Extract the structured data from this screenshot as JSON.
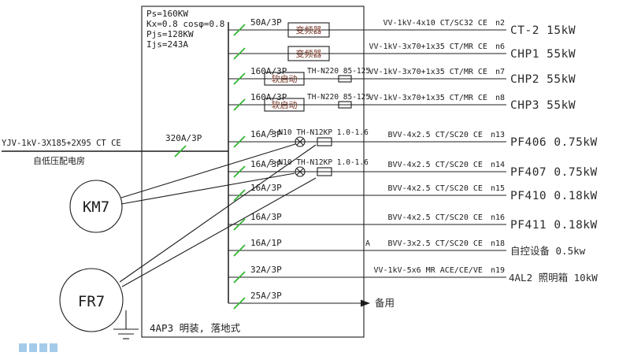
{
  "panel": {
    "info": {
      "line1": "Ps=160KW",
      "line2": "Kx=0.8 cosφ=0.8",
      "line3": "Pjs=128KW",
      "line4": "Ijs=243A"
    },
    "name_label": "4AP3 明装, 落地式"
  },
  "incoming": {
    "cable": "YJV-1kV-3X185+2X95 CT CE",
    "source": "自低压配电房",
    "breaker": "320A/3P"
  },
  "components": {
    "contactor": "KM7",
    "thermal_relay": "FR7"
  },
  "circuits": [
    {
      "breaker": "50A/3P",
      "device": "变频器",
      "cable": "VV-1kV-4x10 CT/SC32 CE",
      "circuit_no": "n2",
      "load": "CT-2 15kW"
    },
    {
      "breaker": "",
      "device": "变频器",
      "cable": "VV-1kV-3x70+1x35 CT/MR CE",
      "circuit_no": "n6",
      "load": "CHP1 55kW"
    },
    {
      "breaker": "160A/3P",
      "device": "软启动",
      "relay": "TH-N220 85-125",
      "cable": "VV-1kV-3x70+1x35 CT/MR CE",
      "circuit_no": "n7",
      "load": "CHP2 55kW"
    },
    {
      "breaker": "160A/3P",
      "device": "软启动",
      "relay": "TH-N220 85-125",
      "cable": "VV-1kV-3x70+1x35 CT/MR CE",
      "circuit_no": "n8",
      "load": "CHP3 55kW"
    },
    {
      "breaker": "16A/3P",
      "starter": "S-N10 TH-N12KP 1.0-1.6",
      "cable": "BVV-4x2.5 CT/SC20 CE",
      "circuit_no": "n13",
      "load": "PF406 0.75kW"
    },
    {
      "breaker": "16A/3P",
      "starter": "S-N10 TH-N12KP 1.0-1.6",
      "cable": "BVV-4x2.5 CT/SC20 CE",
      "circuit_no": "n14",
      "load": "PF407 0.75kW"
    },
    {
      "breaker": "16A/3P",
      "cable": "BVV-4x2.5 CT/SC20 CE",
      "circuit_no": "n15",
      "load": "PF410 0.18kW"
    },
    {
      "breaker": "16A/3P",
      "cable": "BVV-4x2.5 CT/SC20 CE",
      "circuit_no": "n16",
      "load": "PF411 0.18kW"
    },
    {
      "breaker": "16A/1P",
      "phase": "A",
      "cable": "BVV-3x2.5 CT/SC20 CE",
      "circuit_no": "n18",
      "load": "自控设备 0.5kw"
    },
    {
      "breaker": "32A/3P",
      "cable": "VV-1kV-5x6 MR ACE/CE/VE",
      "circuit_no": "n19",
      "load": "4AL2 照明箱 10kW"
    },
    {
      "breaker": "25A/3P",
      "load": "备用"
    }
  ],
  "colors": {
    "line": "#1c1c1c",
    "breaker_tick": "#2db52d",
    "device_text": "#7a3b2a"
  }
}
